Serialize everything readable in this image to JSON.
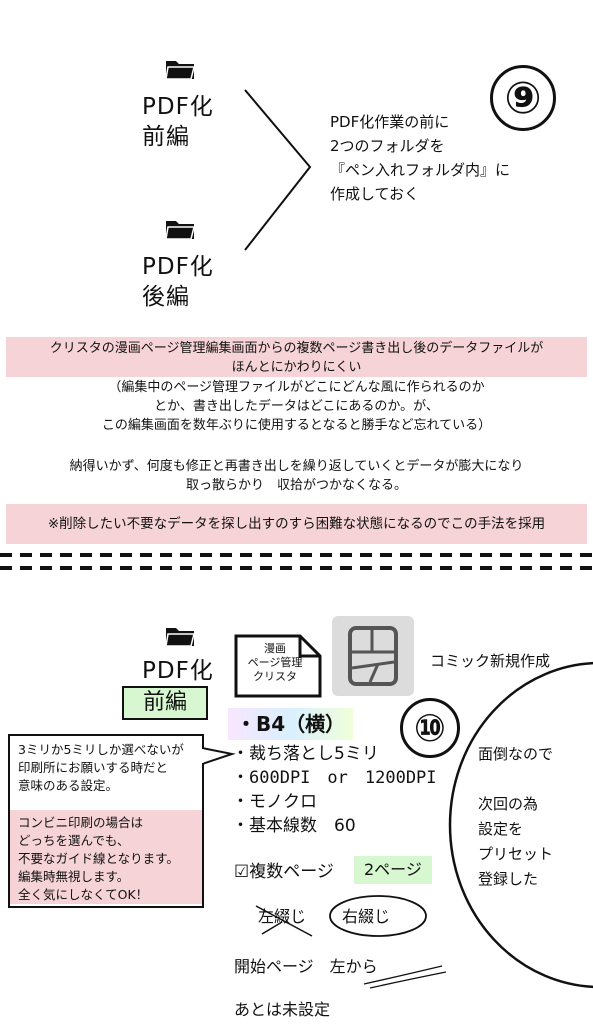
{
  "top": {
    "folder1_label": [
      "PDF化",
      "前編"
    ],
    "folder2_label": [
      "PDF化",
      "後編"
    ],
    "step_number": "⑨",
    "instruction": [
      "PDF化作業の前に",
      "2つのフォルダを",
      "『ペン入れフォルダ内』に",
      "作成しておく"
    ]
  },
  "explain": {
    "line1": [
      "クリスタの漫画ページ管理編集画面からの複数ページ書き出し後のデータファイルが",
      "ほんとにかわりにくい"
    ],
    "line2": [
      "（編集中のページ管理ファイルがどこにどんな風に作られるのか",
      "とか、書き出したデータはどこにあるのか。が、",
      "この編集画面を数年ぶりに使用するとなると勝手など忘れている）"
    ],
    "line3": [
      "納得いかず、何度も修正と再書き出しを繰り返していくとデータが膨大になり",
      "取っ散らかり　収拾がつかなくなる。"
    ],
    "line4": "※削除したい不要なデータを探し出すのすら困難な状態になるのでこの手法を採用"
  },
  "bottom": {
    "folder_label": "PDF化",
    "folder_tag": "前編",
    "file_icon_label": [
      "漫画",
      "ページ管理",
      "クリスタ"
    ],
    "comic_new": "コミック新規作成",
    "step_number": "⑩",
    "b4": "・B4（横）",
    "specs": [
      "・裁ち落とし5ミリ",
      "・600DPI　or　1200DPI",
      "・モノクロ",
      "・基本線数　60"
    ],
    "multi_page": "☑複数ページ",
    "two_pages": "2ページ",
    "left_bind": "左綴じ",
    "right_bind": "右綴じ",
    "start_page": "開始ページ　左から",
    "rest": "あとは未設定",
    "callout_top": [
      "3ミリか5ミリしか選べないが",
      "印刷所にお願いする時だと",
      "意味のある設定。"
    ],
    "callout_pink": [
      "コンビニ印刷の場合は",
      "どっちを選んでも、",
      "不要なガイド線となります。",
      "編集時無視します。",
      "全く気にしなくてOK！"
    ],
    "side_note": [
      "面倒なので",
      "",
      "次回の為",
      "設定を",
      "プリセット",
      "登録した"
    ]
  }
}
